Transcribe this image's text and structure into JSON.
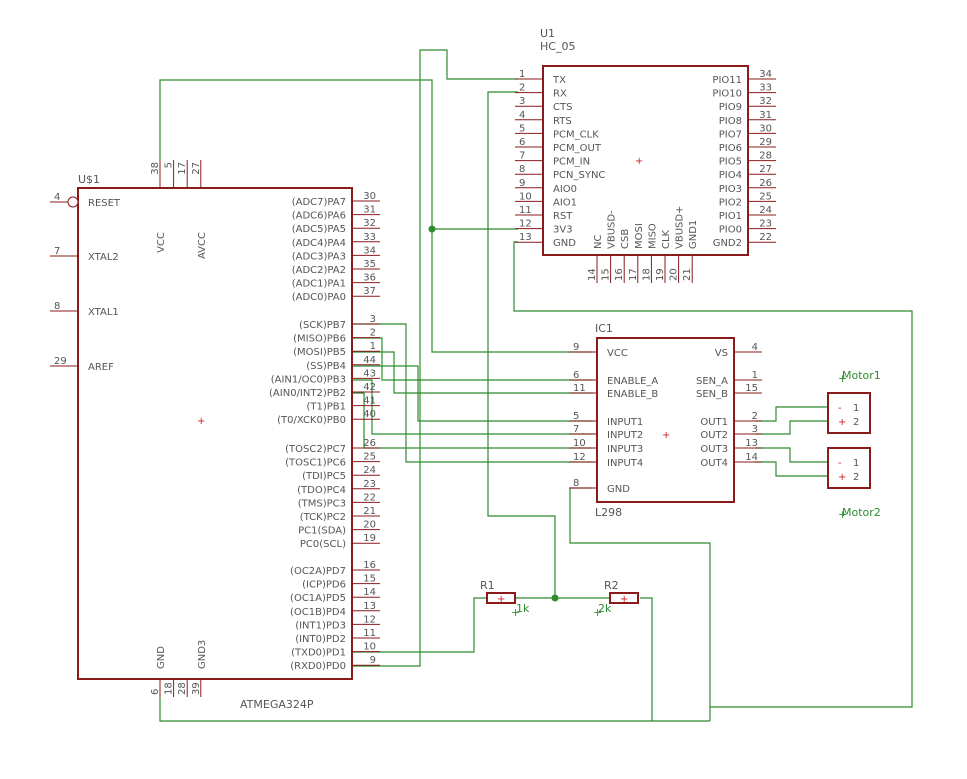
{
  "u1": {
    "ref": "U1",
    "value": "HC_05",
    "left_pins": [
      {
        "num": "1",
        "name": "TX"
      },
      {
        "num": "2",
        "name": "RX"
      },
      {
        "num": "3",
        "name": "CTS"
      },
      {
        "num": "4",
        "name": "RTS"
      },
      {
        "num": "5",
        "name": "PCM_CLK"
      },
      {
        "num": "6",
        "name": "PCM_OUT"
      },
      {
        "num": "7",
        "name": "PCM_IN"
      },
      {
        "num": "8",
        "name": "PCN_SYNC"
      },
      {
        "num": "9",
        "name": "AIO0"
      },
      {
        "num": "10",
        "name": "AIO1"
      },
      {
        "num": "11",
        "name": "RST"
      },
      {
        "num": "12",
        "name": "3V3"
      },
      {
        "num": "13",
        "name": "GND"
      }
    ],
    "right_pins": [
      {
        "num": "34",
        "name": "PIO11"
      },
      {
        "num": "33",
        "name": "PIO10"
      },
      {
        "num": "32",
        "name": "PIO9"
      },
      {
        "num": "31",
        "name": "PIO8"
      },
      {
        "num": "30",
        "name": "PIO7"
      },
      {
        "num": "29",
        "name": "PIO6"
      },
      {
        "num": "28",
        "name": "PIO5"
      },
      {
        "num": "27",
        "name": "PIO4"
      },
      {
        "num": "26",
        "name": "PIO3"
      },
      {
        "num": "25",
        "name": "PIO2"
      },
      {
        "num": "24",
        "name": "PIO1"
      },
      {
        "num": "23",
        "name": "PIO0"
      },
      {
        "num": "22",
        "name": "GND2"
      }
    ],
    "bottom_pins": [
      {
        "num": "14",
        "name": "NC"
      },
      {
        "num": "15",
        "name": "VBUSD-"
      },
      {
        "num": "16",
        "name": "CSB"
      },
      {
        "num": "17",
        "name": "MOSI"
      },
      {
        "num": "18",
        "name": "MISO"
      },
      {
        "num": "19",
        "name": "CLK"
      },
      {
        "num": "20",
        "name": "VBUSD+"
      },
      {
        "num": "21",
        "name": "GND1"
      }
    ]
  },
  "us1": {
    "ref": "U$1",
    "value": "ATMEGA324P",
    "left_pins": [
      {
        "num": "4",
        "name": "RESET"
      },
      {
        "num": "7",
        "name": "XTAL2"
      },
      {
        "num": "8",
        "name": "XTAL1"
      },
      {
        "num": "29",
        "name": "AREF"
      }
    ],
    "top_pins": [
      {
        "num": "38",
        "name": "VCC"
      },
      {
        "num": "5",
        "name": ""
      },
      {
        "num": "17",
        "name": ""
      },
      {
        "num": "27",
        "name": "AVCC"
      }
    ],
    "bottom_pins": [
      {
        "num": "6",
        "name": "GND"
      },
      {
        "num": "18",
        "name": ""
      },
      {
        "num": "28",
        "name": ""
      },
      {
        "num": "39",
        "name": "GND3"
      }
    ],
    "right_pins": [
      {
        "num": "30",
        "name": "(ADC7)PA7"
      },
      {
        "num": "31",
        "name": "(ADC6)PA6"
      },
      {
        "num": "32",
        "name": "(ADC5)PA5"
      },
      {
        "num": "33",
        "name": "(ADC4)PA4"
      },
      {
        "num": "34",
        "name": "(ADC3)PA3"
      },
      {
        "num": "35",
        "name": "(ADC2)PA2"
      },
      {
        "num": "36",
        "name": "(ADC1)PA1"
      },
      {
        "num": "37",
        "name": "(ADC0)PA0"
      },
      {
        "num": "3",
        "name": "(SCK)PB7"
      },
      {
        "num": "2",
        "name": "(MISO)PB6"
      },
      {
        "num": "1",
        "name": "(MOSI)PB5"
      },
      {
        "num": "44",
        "name": "(SS)PB4"
      },
      {
        "num": "43",
        "name": "(AIN1/OC0)PB3"
      },
      {
        "num": "42",
        "name": "(AIN0/INT2)PB2"
      },
      {
        "num": "41",
        "name": "(T1)PB1"
      },
      {
        "num": "40",
        "name": "(T0/XCK0)PB0"
      },
      {
        "num": "26",
        "name": "(TOSC2)PC7"
      },
      {
        "num": "25",
        "name": "(TOSC1)PC6"
      },
      {
        "num": "24",
        "name": "(TDI)PC5"
      },
      {
        "num": "23",
        "name": "(TDO)PC4"
      },
      {
        "num": "22",
        "name": "(TMS)PC3"
      },
      {
        "num": "21",
        "name": "(TCK)PC2"
      },
      {
        "num": "20",
        "name": "PC1(SDA)"
      },
      {
        "num": "19",
        "name": "PC0(SCL)"
      },
      {
        "num": "16",
        "name": "(OC2A)PD7"
      },
      {
        "num": "15",
        "name": "(ICP)PD6"
      },
      {
        "num": "14",
        "name": "(OC1A)PD5"
      },
      {
        "num": "13",
        "name": "(OC1B)PD4"
      },
      {
        "num": "12",
        "name": "(INT1)PD3"
      },
      {
        "num": "11",
        "name": "(INT0)PD2"
      },
      {
        "num": "10",
        "name": "(TXD0)PD1"
      },
      {
        "num": "9",
        "name": "(RXD0)PD0"
      }
    ]
  },
  "ic1": {
    "ref": "IC1",
    "value": "L298",
    "left_pins": [
      {
        "num": "9",
        "name": "VCC"
      },
      {
        "num": "6",
        "name": "ENABLE_A"
      },
      {
        "num": "11",
        "name": "ENABLE_B"
      },
      {
        "num": "5",
        "name": "INPUT1"
      },
      {
        "num": "7",
        "name": "INPUT2"
      },
      {
        "num": "10",
        "name": "INPUT3"
      },
      {
        "num": "12",
        "name": "INPUT4"
      },
      {
        "num": "8",
        "name": "GND"
      }
    ],
    "right_pins": [
      {
        "num": "4",
        "name": "VS"
      },
      {
        "num": "1",
        "name": "SEN_A"
      },
      {
        "num": "15",
        "name": "SEN_B"
      },
      {
        "num": "2",
        "name": "OUT1"
      },
      {
        "num": "3",
        "name": "OUT2"
      },
      {
        "num": "13",
        "name": "OUT3"
      },
      {
        "num": "14",
        "name": "OUT4"
      }
    ]
  },
  "motor1": {
    "ref": "Motor1",
    "pins": [
      "1",
      "2"
    ]
  },
  "motor2": {
    "ref": "Motor2",
    "pins": [
      "1",
      "2"
    ]
  },
  "r1": {
    "ref": "R1",
    "value": "1k"
  },
  "r2": {
    "ref": "R2",
    "value": "2k"
  },
  "colors": {
    "part_outline": "#8b1a1a",
    "wire": "#2e8b2e",
    "text": "#555555",
    "origin_mark": "#cc2222"
  }
}
